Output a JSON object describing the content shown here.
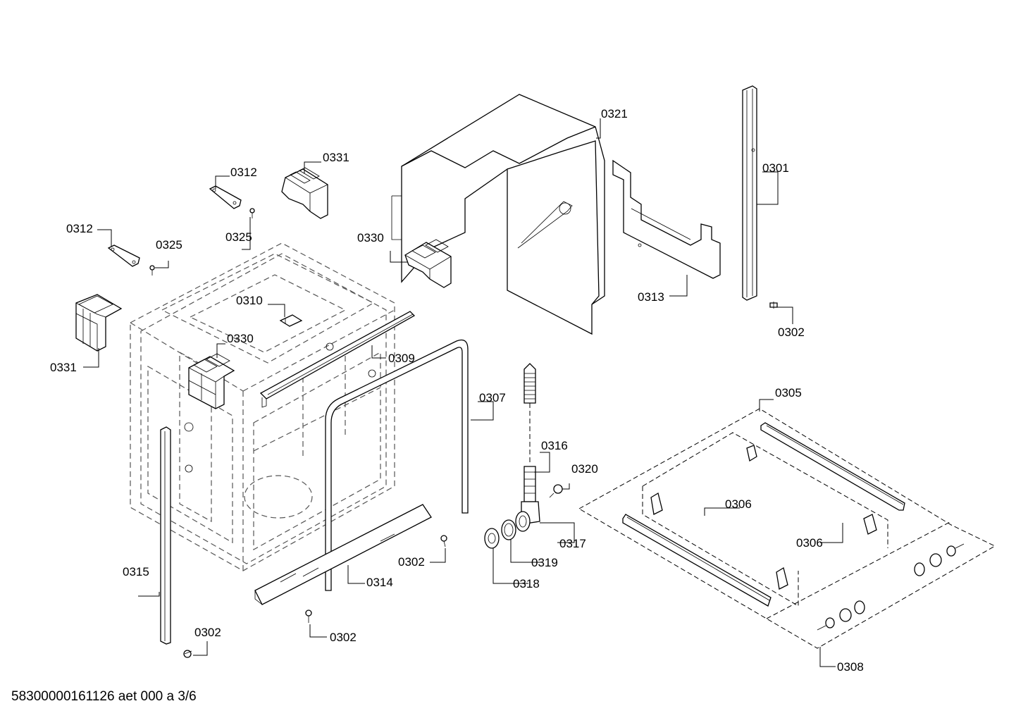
{
  "document_id": "58300000161126 aet 000 a 3/6",
  "labels": {
    "l0301": "0301",
    "l0302a": "0302",
    "l0302b": "0302",
    "l0302c": "0302",
    "l0302d": "0302",
    "l0305": "0305",
    "l0306a": "0306",
    "l0306b": "0306",
    "l0307": "0307",
    "l0308": "0308",
    "l0309": "0309",
    "l0310": "0310",
    "l0312a": "0312",
    "l0312b": "0312",
    "l0313": "0313",
    "l0314": "0314",
    "l0315": "0315",
    "l0316": "0316",
    "l0317": "0317",
    "l0318": "0318",
    "l0319": "0319",
    "l0320": "0320",
    "l0321": "0321",
    "l0325a": "0325",
    "l0325b": "0325",
    "l0330a": "0330",
    "l0330b": "0330",
    "l0331a": "0331",
    "l0331b": "0331"
  }
}
